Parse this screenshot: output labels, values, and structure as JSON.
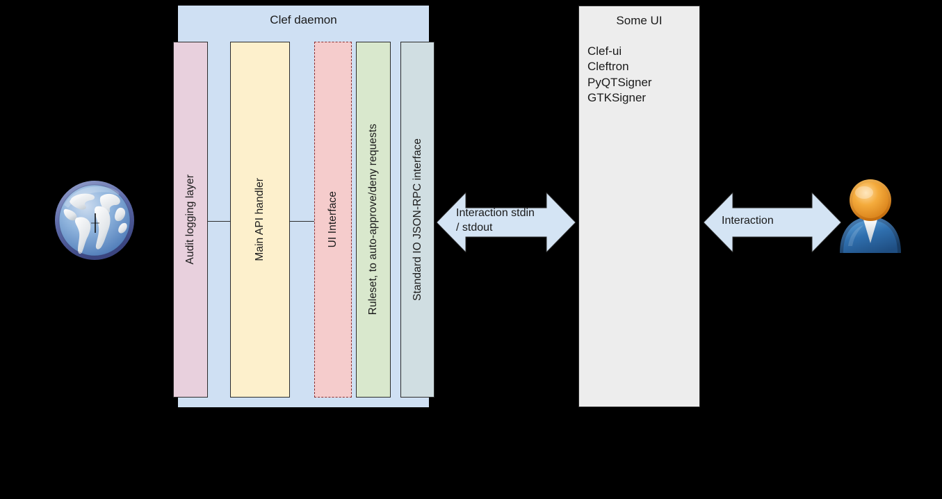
{
  "diagram": {
    "background_color": "#000000",
    "clef": {
      "title": "Clef daemon",
      "container_color": "#cfe0f3",
      "pillars": [
        {
          "label": "Audit logging layer",
          "color": "#e8d0dd",
          "style": "solid"
        },
        {
          "label": "Main API handler",
          "color": "#fdf0cc",
          "style": "solid"
        },
        {
          "label": "UI Interface",
          "color": "#f5cccc",
          "style": "dashed"
        },
        {
          "label": "Ruleset, to auto-approve/deny requests",
          "color": "#d9e8cd",
          "style": "solid"
        },
        {
          "label": "Standard IO JSON-RPC interface",
          "color": "#d0dee2",
          "style": "solid"
        }
      ]
    },
    "some_ui": {
      "title": "Some UI",
      "color": "#ededed",
      "items": [
        "Clef-ui",
        "Cleftron",
        "PyQTSigner",
        "GTKSigner"
      ]
    },
    "arrows": [
      {
        "label": "Interaction stdin\n/ stdout",
        "color": "#d4e4f4",
        "direction": "bidirectional"
      },
      {
        "label": "Interaction",
        "color": "#d4e4f4",
        "direction": "bidirectional"
      }
    ],
    "icons": [
      {
        "name": "globe-icon",
        "meaning": "internet"
      },
      {
        "name": "user-icon",
        "meaning": "user"
      }
    ]
  }
}
